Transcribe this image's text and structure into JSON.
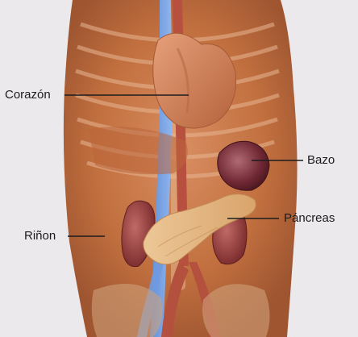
{
  "labels": {
    "corazon": "Corazón",
    "bazo": "Bazo",
    "rinon": "Riñon",
    "pancreas": "Páncreas"
  },
  "colors": {
    "background": "#ebe9ec",
    "leader_line": "#1c1c1c",
    "label_text": "#1c1c1c"
  }
}
